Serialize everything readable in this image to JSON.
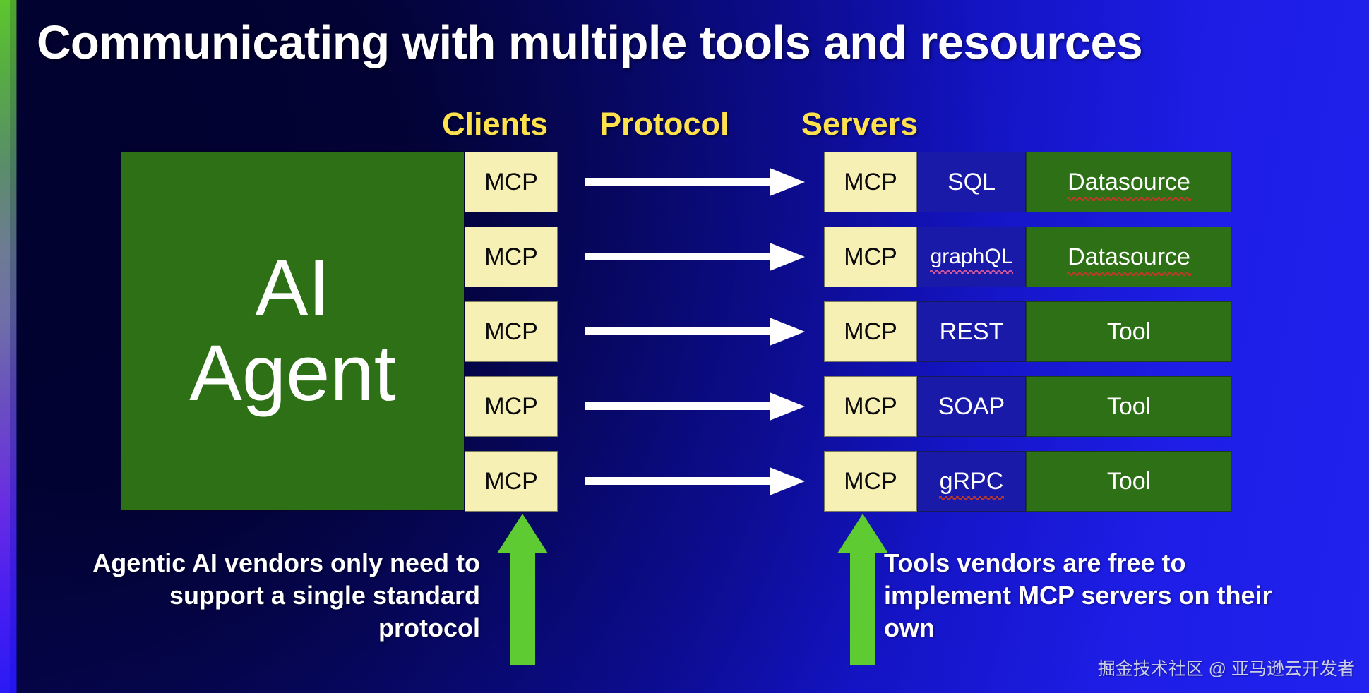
{
  "slide": {
    "title": "Communicating with multiple tools and resources",
    "watermark": "掘金技术社区 @ 亚马逊云开发者"
  },
  "headers": {
    "clients": "Clients",
    "protocol": "Protocol",
    "servers": "Servers"
  },
  "agent": {
    "line1": "AI",
    "line2": "Agent"
  },
  "clients": [
    {
      "label": "MCP"
    },
    {
      "label": "MCP"
    },
    {
      "label": "MCP"
    },
    {
      "label": "MCP"
    },
    {
      "label": "MCP"
    }
  ],
  "servers": [
    {
      "mcp": "MCP",
      "protocol": "SQL",
      "resource": "Datasource"
    },
    {
      "mcp": "MCP",
      "protocol": "graphQL",
      "resource": "Datasource"
    },
    {
      "mcp": "MCP",
      "protocol": "REST",
      "resource": "Tool"
    },
    {
      "mcp": "MCP",
      "protocol": "SOAP",
      "resource": "Tool"
    },
    {
      "mcp": "MCP",
      "protocol": "gRPC",
      "resource": "Tool"
    }
  ],
  "captions": {
    "left": "Agentic AI vendors only need to support a single standard protocol",
    "right": "Tools vendors are free to implement MCP servers on their own"
  },
  "colors": {
    "accent_yellow": "#ffe14d",
    "mcp_box": "#f6f0b4",
    "protocol_box": "#1a1aa8",
    "resource_box": "#2d7016",
    "agent_box": "#2d7016",
    "up_arrow_green": "#5ecb33",
    "arrow_white": "#ffffff",
    "text_white": "#ffffff",
    "spell_red": "#c0392b",
    "spell_pink": "#e05a9a"
  }
}
